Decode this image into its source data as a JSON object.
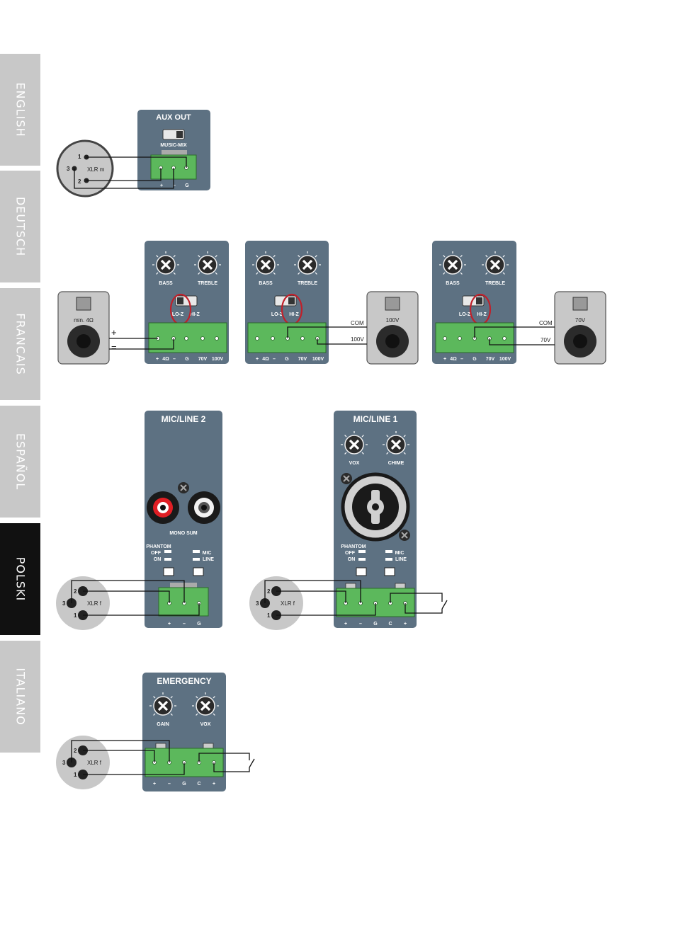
{
  "tabs": [
    {
      "label": "ENGLISH",
      "active": false
    },
    {
      "label": "DEUTSCH",
      "active": false
    },
    {
      "label": "FRANCAIS",
      "active": false
    },
    {
      "label": "ESPAÑOL",
      "active": false
    },
    {
      "label": "POLSKI",
      "active": true
    },
    {
      "label": "ITALIANO",
      "active": false
    }
  ],
  "colors": {
    "panel": "#5d7182",
    "terminal": "#5cb85c",
    "highlight": "#c0202a",
    "tab": "#c8c8c8",
    "tab_active": "#111111"
  },
  "aux_out": {
    "title": "AUX OUT",
    "switch_label": "MUSIC-MIX",
    "terminal_labels": [
      "+",
      "–",
      "G"
    ],
    "xlr_label": "XLR m",
    "pins": [
      "1",
      "3",
      "2"
    ]
  },
  "speakers": {
    "knobs": [
      "BASS",
      "TREBLE"
    ],
    "switch_lo": "LO-Z",
    "switch_hi": "HI-Z",
    "terminal_labels": [
      "+",
      "4Ω",
      "–",
      "G",
      "70V",
      "100V"
    ],
    "panel1": {
      "speaker_label": "min. 4Ω",
      "plus": "+",
      "minus": "="
    },
    "panel2": {
      "speaker_label": "100V",
      "com": "COM",
      "tap": "100V"
    },
    "panel3": {
      "speaker_label": "70V",
      "com": "COM",
      "tap": "70V"
    }
  },
  "mic_line2": {
    "title": "MIC/LINE 2",
    "mono_sum": "MONO SUM",
    "phantom": "PHANTOM",
    "off": "OFF",
    "on": "ON",
    "mic": "MIC",
    "line": "LINE",
    "terminal_labels": [
      "+",
      "–",
      "G"
    ],
    "xlr_label": "XLR f",
    "pins": [
      "2",
      "3",
      "1"
    ]
  },
  "mic_line1": {
    "title": "MIC/LINE 1",
    "knobs": [
      "VOX",
      "CHIME"
    ],
    "phantom": "PHANTOM",
    "off": "OFF",
    "on": "ON",
    "mic": "MIC",
    "line": "LINE",
    "terminal_labels": [
      "+",
      "–",
      "G",
      "C",
      "+"
    ],
    "xlr_label": "XLR f",
    "pins": [
      "2",
      "3",
      "1"
    ]
  },
  "emergency": {
    "title": "EMERGENCY",
    "knobs": [
      "GAIN",
      "VOX"
    ],
    "terminal_labels": [
      "+",
      "–",
      "G",
      "C",
      "+"
    ],
    "xlr_label": "XLR f",
    "pins": [
      "2",
      "3",
      "1"
    ]
  }
}
